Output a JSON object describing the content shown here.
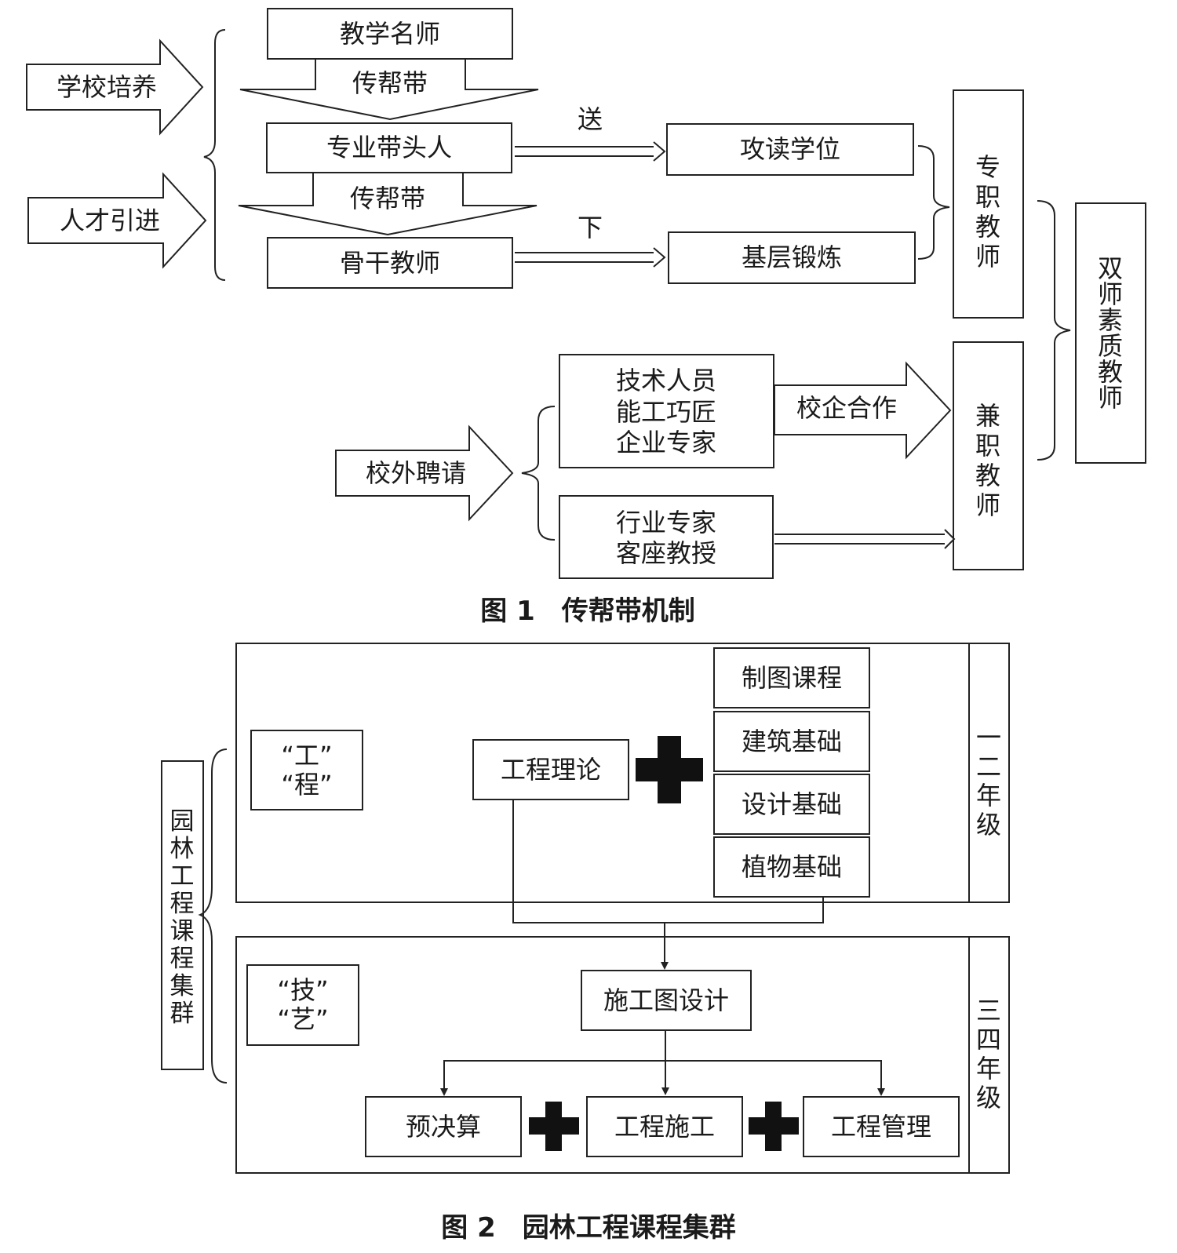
{
  "figure1": {
    "caption": "图 1　传帮带机制",
    "sources": {
      "school_training": "学校培养",
      "talent_introduction": "人才引进",
      "external_hiring": "校外聘请"
    },
    "ladder": {
      "top": "教学名师",
      "middle": "专业带头人",
      "bottom": "骨干教师",
      "pass_down_1": "传帮带",
      "pass_down_2": "传帮带"
    },
    "send_label": "送",
    "down_label": "下",
    "degree_study": "攻读学位",
    "grassroots_training": "基层锻炼",
    "full_time_teacher": "专职教师",
    "part_time_teacher": "兼职教师",
    "dual_qualified_teacher": "双师素质教师",
    "external_group_1": [
      "技术人员",
      "能工巧匠",
      "企业专家"
    ],
    "external_group_2": [
      "行业专家",
      "客座教授"
    ],
    "school_enterprise": "校企合作"
  },
  "figure2": {
    "caption": "图 2　园林工程课程集群",
    "cluster_label": "园林工程课程集群",
    "upper_tag": [
      "“工”",
      "“程”"
    ],
    "lower_tag": [
      "“技”",
      "“艺”"
    ],
    "engineering_theory": "工程理论",
    "foundation_courses": [
      "制图课程",
      "建筑基础",
      "设计基础",
      "植物基础"
    ],
    "upper_grade": "一二年级",
    "construction_drawing": "施工图设计",
    "practice_courses": [
      "预决算",
      "工程施工",
      "工程管理"
    ],
    "lower_grade": "三四年级"
  }
}
